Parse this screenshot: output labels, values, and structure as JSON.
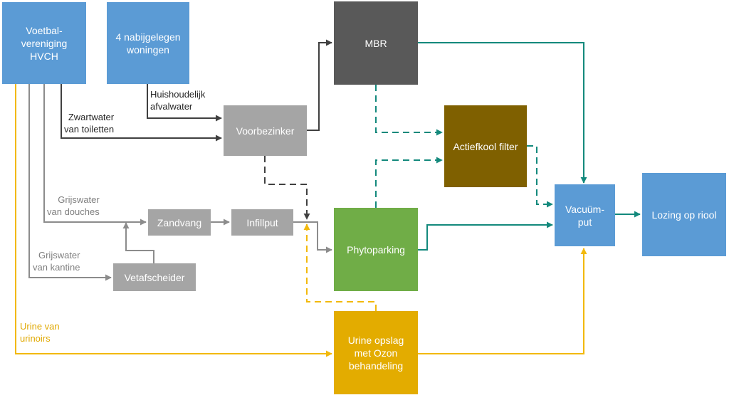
{
  "colors": {
    "blue": "#5b9bd5",
    "dark_gray": "#595959",
    "gray": "#a5a5a5",
    "brown": "#7f6000",
    "green": "#70ad47",
    "gold": "#e3ac00",
    "teal": "#13897c",
    "black_line": "#404040",
    "gray_line": "#8c8c8c",
    "yellow_line": "#f2b90c"
  },
  "nodes": {
    "voetbalvereniging": "Voetbal-\nvereniging\nHVCH",
    "woningen": "4 nabijgelegen\nwoningen",
    "mbr": "MBR",
    "voorbezinker": "Voorbezinker",
    "actiefkool": "Actiefkool filter",
    "zandvang": "Zandvang",
    "infillput": "Infillput",
    "vetafscheider": "Vetafscheider",
    "phytoparking": "Phytoparking",
    "vacuumput": "Vacuüm-\nput",
    "lozing": "Lozing op riool",
    "urine_opslag": "Urine opslag\nmet Ozon\nbehandeling"
  },
  "labels": {
    "huishoudelijk": "Huishoudelijk\nafvalwater",
    "zwartwater": "Zwartwater\nvan toiletten",
    "grijswater_douches": "Grijswater\nvan douches",
    "grijswater_kantine": "Grijswater\nvan kantine",
    "urine": "Urine van\nurinoirs"
  }
}
